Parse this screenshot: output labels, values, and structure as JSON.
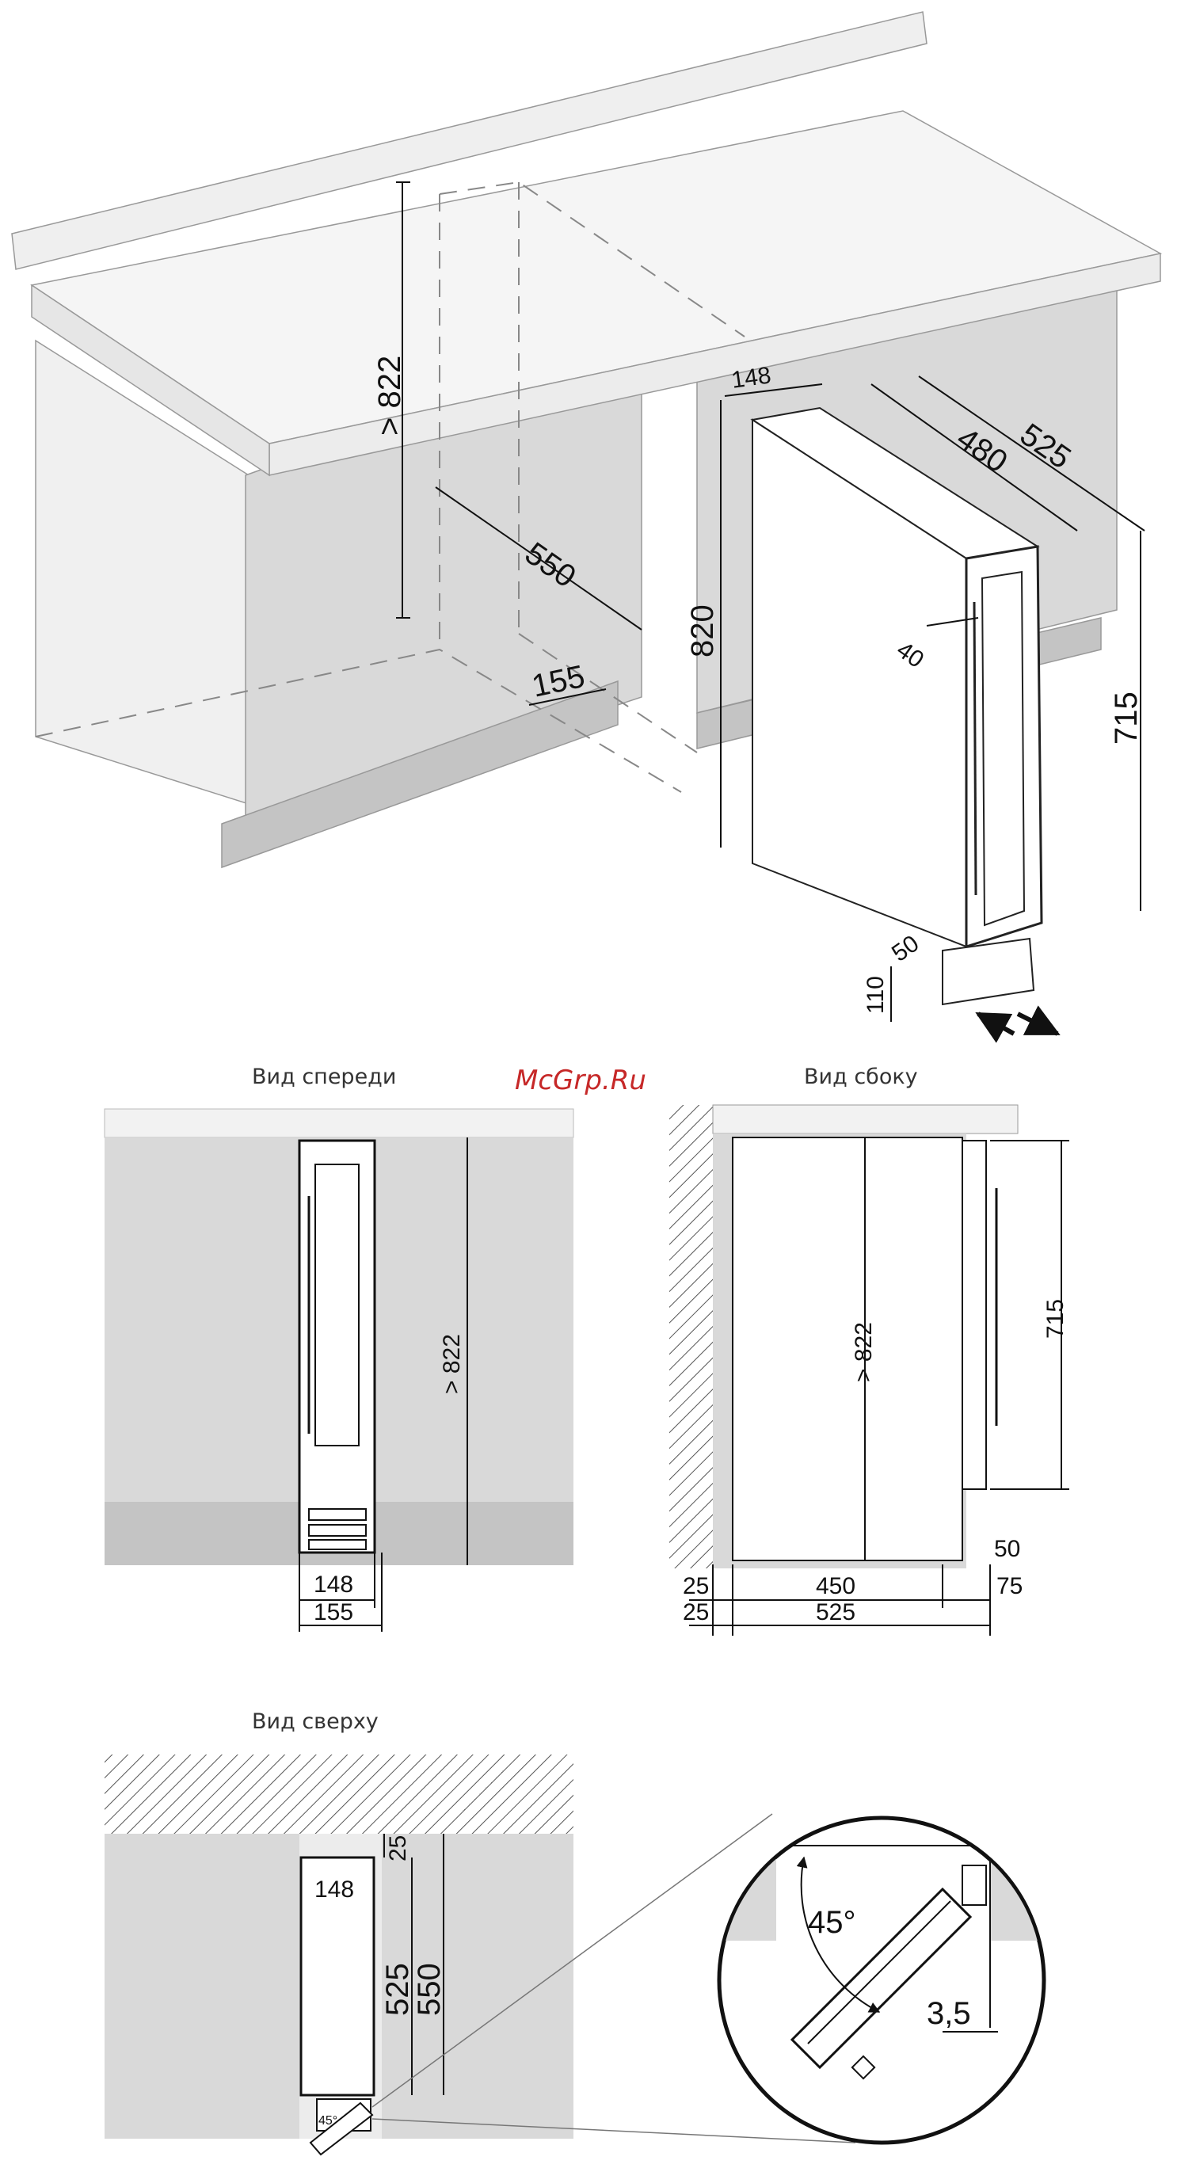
{
  "watermark": "McGrp.Ru",
  "views": {
    "front": "Вид спереди",
    "side": "Вид сбоку",
    "top": "Вид сверху"
  },
  "iso": {
    "d822": "> 822",
    "d550": "550",
    "d155": "155",
    "d148": "148",
    "d820": "820",
    "d480": "480",
    "d525": "525",
    "d40": "40",
    "d715": "715",
    "d50": "50",
    "d110": "110"
  },
  "front": {
    "height": "> 822",
    "w148": "148",
    "w155": "155"
  },
  "side": {
    "height": "> 822",
    "door": "715",
    "d50": "50",
    "r1_left": "25",
    "r1_mid": "450",
    "r1_right": "75",
    "r2_left": "25",
    "r2_mid": "525"
  },
  "top": {
    "d25": "25",
    "w148": "148",
    "d525": "525",
    "d550": "550",
    "small_angle": "45°"
  },
  "detail": {
    "angle": "45°",
    "gap": "3,5"
  },
  "colors": {
    "cabinet": "#d9d9d9",
    "counter": "#f2f2f2",
    "plinth": "#c4c4c4",
    "watermark": "#c62828"
  }
}
